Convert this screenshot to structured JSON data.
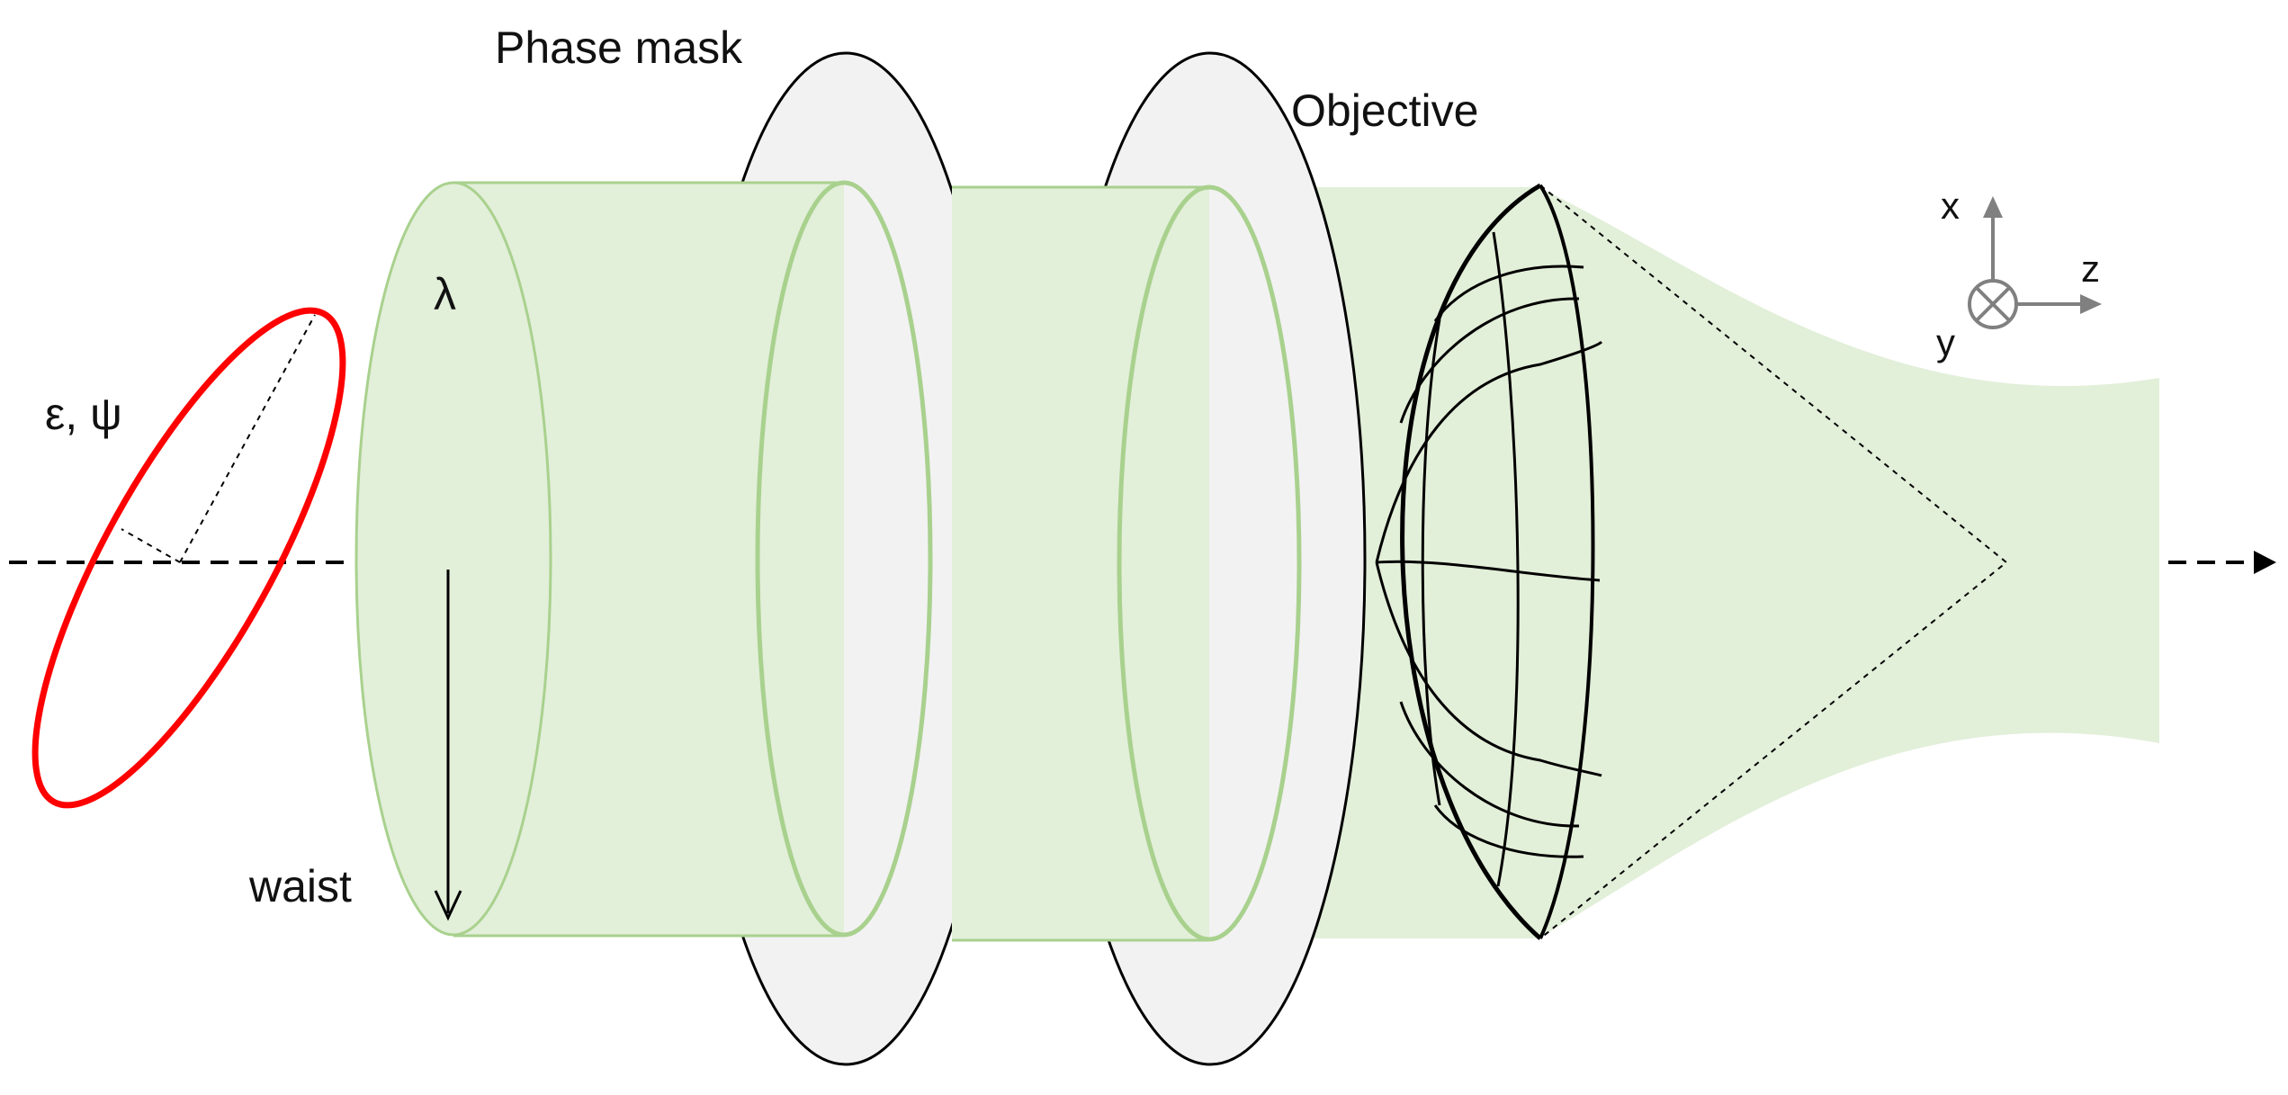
{
  "labels": {
    "phase_mask": "Phase mask",
    "objective": "Objective",
    "wavelength": "λ",
    "polarization": "ε, ψ",
    "waist": "waist"
  },
  "axes": {
    "x": "x",
    "y": "y",
    "z": "z"
  },
  "colors": {
    "beam_fill": "#e2efd9",
    "beam_stroke": "#a9d18e",
    "disc_fill": "#f2f2f2",
    "polarization_ellipse": "#ff0000",
    "axis_gray": "#808080",
    "line": "#000000"
  }
}
